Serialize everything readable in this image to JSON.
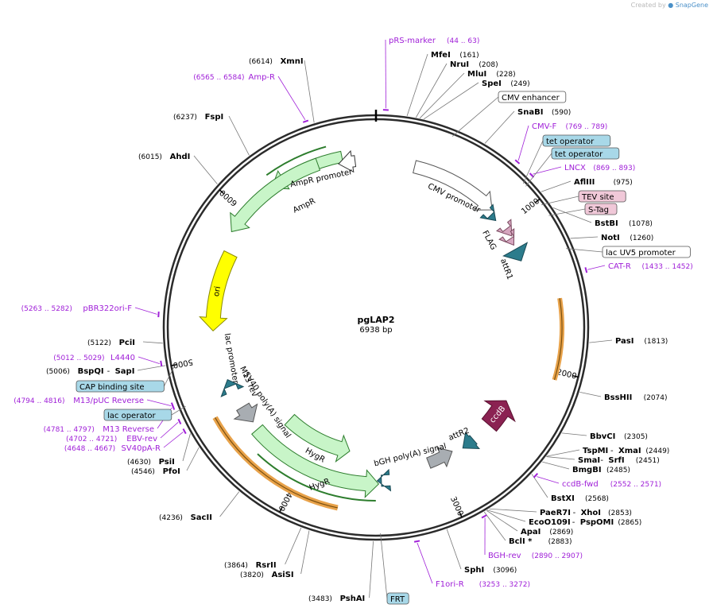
{
  "credit": {
    "prefix": "Created by",
    "brand": "SnapGene"
  },
  "plasmid": {
    "name": "pgLAP2",
    "size_label": "6938 bp",
    "total_bp": 6938
  },
  "ticks": [
    {
      "bp": 1000,
      "label": "1000"
    },
    {
      "bp": 2000,
      "label": "2000"
    },
    {
      "bp": 3000,
      "label": "3000"
    },
    {
      "bp": 4000,
      "label": "4000"
    },
    {
      "bp": 5000,
      "label": "5000"
    },
    {
      "bp": 6000,
      "label": "6000"
    }
  ],
  "colors": {
    "backbone": "#2b2b2b",
    "site_name": "#000000",
    "site_pos": "#000000",
    "primer": "#a020d8",
    "amp": "#c8f5c8",
    "amp_dark": "#2d7d2d",
    "ori": "#ffff00",
    "teal": "#2c7c8c",
    "pink": "#d6a6bf",
    "ccdb": "#8b2252",
    "grey": "#a8adb2",
    "orange_line": "#e8a24a",
    "pill_teal": "#a8d8e8",
    "pill_pink": "#f0c8d8"
  },
  "center_bp_offset": 0,
  "sites_right": [
    {
      "name": "MfeI",
      "pos": "(161)"
    },
    {
      "name": "NruI",
      "pos": "(208)"
    },
    {
      "name": "MluI",
      "pos": "(228)"
    },
    {
      "name": "SpeI",
      "pos": "(249)"
    },
    {
      "name": "SnaBI",
      "pos": "(590)"
    },
    {
      "name": "AflIII",
      "pos": "(975)"
    },
    {
      "name": "BstBI",
      "pos": "(1078)"
    },
    {
      "name": "NotI",
      "pos": "(1260)"
    },
    {
      "name": "PasI",
      "pos": "(1813)"
    },
    {
      "name": "BssHII",
      "pos": "(2074)"
    },
    {
      "name": "BbvCI",
      "pos": "(2305)"
    },
    {
      "name": "TspMI",
      "name2": "XmaI",
      "pos": "(2449)"
    },
    {
      "name": "SmaI",
      "name2": "SrfI",
      "pos": "(2451)"
    },
    {
      "name": "BmgBI",
      "pos": "(2485)"
    },
    {
      "name": "BstXI",
      "pos": "(2568)"
    },
    {
      "name": "PaeR7I",
      "name2": "XhoI",
      "pos": "(2853)"
    },
    {
      "name": "EcoO109I",
      "name2": "PspOMI",
      "pos": "(2865)"
    },
    {
      "name": "ApaI",
      "pos": "(2869)"
    },
    {
      "name": "BclI *",
      "pos": "(2883)"
    },
    {
      "name": "SphI",
      "pos": "(3096)"
    }
  ],
  "sites_left": [
    {
      "name": "XmnI",
      "pos": "(6614)"
    },
    {
      "name": "FspI",
      "pos": "(6237)"
    },
    {
      "name": "AhdI",
      "pos": "(6015)"
    },
    {
      "name": "PciI",
      "pos": "(5122)"
    },
    {
      "name": "BspQI",
      "name2": "SapI",
      "pos": "(5006)"
    },
    {
      "name": "PsiI",
      "pos": "(4630)"
    },
    {
      "name": "PfoI",
      "pos": "(4546)"
    },
    {
      "name": "SacII",
      "pos": "(4236)"
    },
    {
      "name": "RsrII",
      "pos": "(3864)"
    },
    {
      "name": "AsiSI",
      "pos": "(3820)"
    },
    {
      "name": "PshAI",
      "pos": "(3483)"
    }
  ],
  "primers": [
    {
      "name": "pRS-marker",
      "range": "(44 .. 63)"
    },
    {
      "name": "CMV-F",
      "range": "(769 .. 789)"
    },
    {
      "name": "LNCX",
      "range": "(869 .. 893)"
    },
    {
      "name": "CAT-R",
      "range": "(1433 .. 1452)"
    },
    {
      "name": "ccdB-fwd",
      "range": "(2552 .. 2571)"
    },
    {
      "name": "BGH-rev",
      "range": "(2890 .. 2907)"
    },
    {
      "name": "F1ori-R",
      "range": "(3253 .. 3272)"
    },
    {
      "name": "Amp-R",
      "range": "(6565 .. 6584)"
    },
    {
      "name": "pBR322ori-F",
      "range": "(5263 .. 5282)"
    },
    {
      "name": "L4440",
      "range": "(5012 .. 5029)"
    },
    {
      "name": "M13/pUC Reverse",
      "range": "(4794 .. 4816)"
    },
    {
      "name": "M13 Reverse",
      "range": "(4781 .. 4797)"
    },
    {
      "name": "EBV-rev",
      "range": "(4702 .. 4721)"
    },
    {
      "name": "SV40pA-R",
      "range": "(4648 .. 4667)"
    }
  ],
  "boxed_features": [
    {
      "name": "CMV enhancer",
      "style": "white"
    },
    {
      "name": "tet operator",
      "style": "teal"
    },
    {
      "name": "tet operator",
      "style": "teal"
    },
    {
      "name": "TEV site",
      "style": "pink"
    },
    {
      "name": "S-Tag",
      "style": "pink"
    },
    {
      "name": "lac UV5 promoter",
      "style": "white"
    },
    {
      "name": "CAP binding site",
      "style": "teal"
    },
    {
      "name": "lac operator",
      "style": "teal"
    },
    {
      "name": "FRT",
      "style": "teal"
    }
  ],
  "arc_labels": [
    {
      "name": "AmpR promoter"
    },
    {
      "name": "AmpR"
    },
    {
      "name": "CMV promoter"
    },
    {
      "name": "FLAG"
    },
    {
      "name": "attR1"
    },
    {
      "name": "ori"
    },
    {
      "name": "lac promoter"
    },
    {
      "name": "M13 rev"
    },
    {
      "name": "SV40 poly(A) signal"
    },
    {
      "name": "HygR"
    },
    {
      "name": "HygR"
    },
    {
      "name": "bGH poly(A) signal"
    },
    {
      "name": "attR2"
    },
    {
      "name": "ccdB"
    }
  ]
}
